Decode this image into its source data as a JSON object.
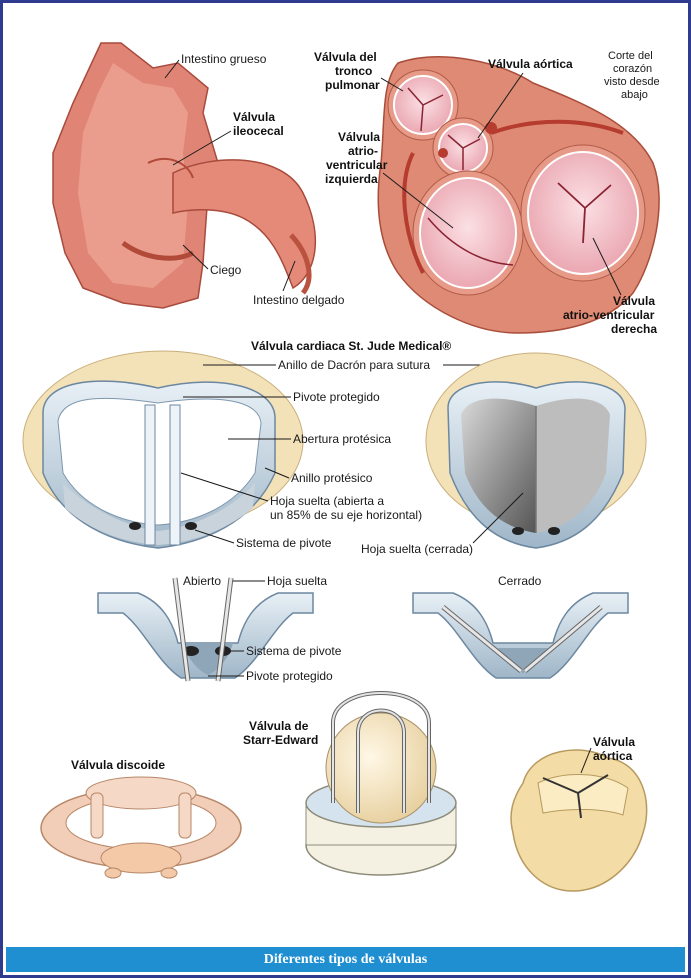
{
  "labels": {
    "intestino_grueso": "Intestino grueso",
    "valvula_ileocecal": [
      "Válvula",
      "ileocecal"
    ],
    "ciego": "Ciego",
    "intestino_delgado": "Intestino delgado",
    "valvula_tronco_pulmonar": [
      "Válvula del",
      "tronco",
      "pulmonar"
    ],
    "valvula_aortica_top": "Válvula aórtica",
    "corte_corazon": [
      "Corte del",
      "corazón",
      "visto desde",
      "abajo"
    ],
    "valvula_av_izquierda": [
      "Válvula",
      "atrio-",
      "ventricular",
      "izquierda"
    ],
    "valvula_av_derecha": [
      "Válvula",
      "atrio-ventricular",
      "derecha"
    ],
    "st_jude_title": "Válvula cardiaca St. Jude Medical®",
    "anillo_dacron": "Anillo de Dacrón para sutura",
    "pivote_protegido": "Pivote protegido",
    "abertura_protesica": "Abertura protésica",
    "anillo_protesico": "Anillo protésico",
    "hoja_suelta_abierta": [
      "Hoja suelta (abierta a",
      "un 85% de su eje horizontal)"
    ],
    "sistema_pivote": "Sistema de pivote",
    "hoja_suelta_cerrada": "Hoja suelta (cerrada)",
    "abierto": "Abierto",
    "hoja_suelta": "Hoja suelta",
    "cerrado": "Cerrado",
    "sistema_pivote_2": "Sistema de pivote",
    "pivote_protegido_2": "Pivote protegido",
    "valvula_discoide": "Válvula discoide",
    "valvula_starr": [
      "Válvula de",
      "Starr-Edward"
    ],
    "valvula_aortica_bottom": [
      "Válvula",
      "aórtica"
    ]
  },
  "footer": {
    "caption": "Diferentes tipos de válvulas"
  },
  "colors": {
    "frame": "#2e3b8f",
    "footer_bg": "#1f8fd1"
  }
}
